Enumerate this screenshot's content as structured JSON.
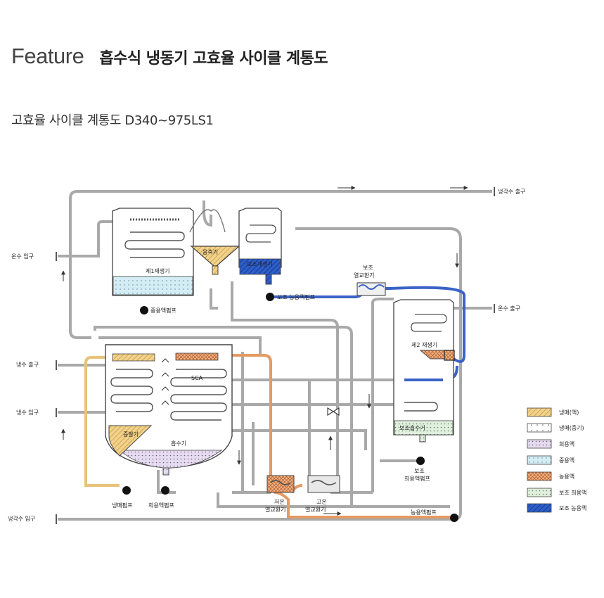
{
  "header": {
    "feature": "Feature",
    "title": "흡수식 냉동기 고효율 사이클 계통도",
    "subtitle": "고효율 사이클 계통도 D340~975LS1"
  },
  "diagram": {
    "ports": {
      "cooling_out": "냉각수 출구",
      "hot_in": "온수 입구",
      "hot_out": "온수 출구",
      "chilled_out": "냉수 출구",
      "chilled_in": "냉수 입구",
      "cooling_in": "냉각수 입구"
    },
    "components": {
      "gen1": "제1재생기",
      "condenser": "응축기",
      "aux_gen": "보조재생기",
      "mid_pump": "중용액펌프",
      "aux_conc_pump": "보조 농용액펌프",
      "aux_hx_1": "보조",
      "aux_hx_2": "열교환기",
      "gen2": "제2 재생기",
      "sca": "SCA",
      "evaporator": "증발기",
      "absorber": "흡수기",
      "aux_absorber": "보조흡수기",
      "aux_dil_pump_1": "보조",
      "aux_dil_pump_2": "희용액펌프",
      "ref_pump": "냉매펌프",
      "dil_pump": "희용액펌프",
      "low_hx_1": "저온",
      "low_hx_2": "열교환기",
      "high_hx_1": "고온",
      "high_hx_2": "열교환기",
      "conc_pump": "농용액펌프"
    },
    "legend": [
      {
        "label": "냉매(액)",
        "color": "#f2d28a",
        "pattern": "hatch"
      },
      {
        "label": "냉매(증기)",
        "color": "#ffffff",
        "pattern": "dots-sparse"
      },
      {
        "label": "희용액",
        "color": "#e6dcef",
        "pattern": "dots"
      },
      {
        "label": "중용액",
        "color": "#d4ecf3",
        "pattern": "dots-sparse"
      },
      {
        "label": "농용액",
        "color": "#f3b37f",
        "pattern": "crosshatch"
      },
      {
        "label": "보조 희용액",
        "color": "#e1f0de",
        "pattern": "dots"
      },
      {
        "label": "보조 농용액",
        "color": "#2e5ec8",
        "pattern": "hatch-dark"
      }
    ],
    "colors": {
      "pipe": "#a9a9a9",
      "refrigerant": "#e8c27a",
      "concentrated": "#e59a62",
      "aux_concentrated": "#2e5ec8",
      "line": "#444444"
    }
  }
}
